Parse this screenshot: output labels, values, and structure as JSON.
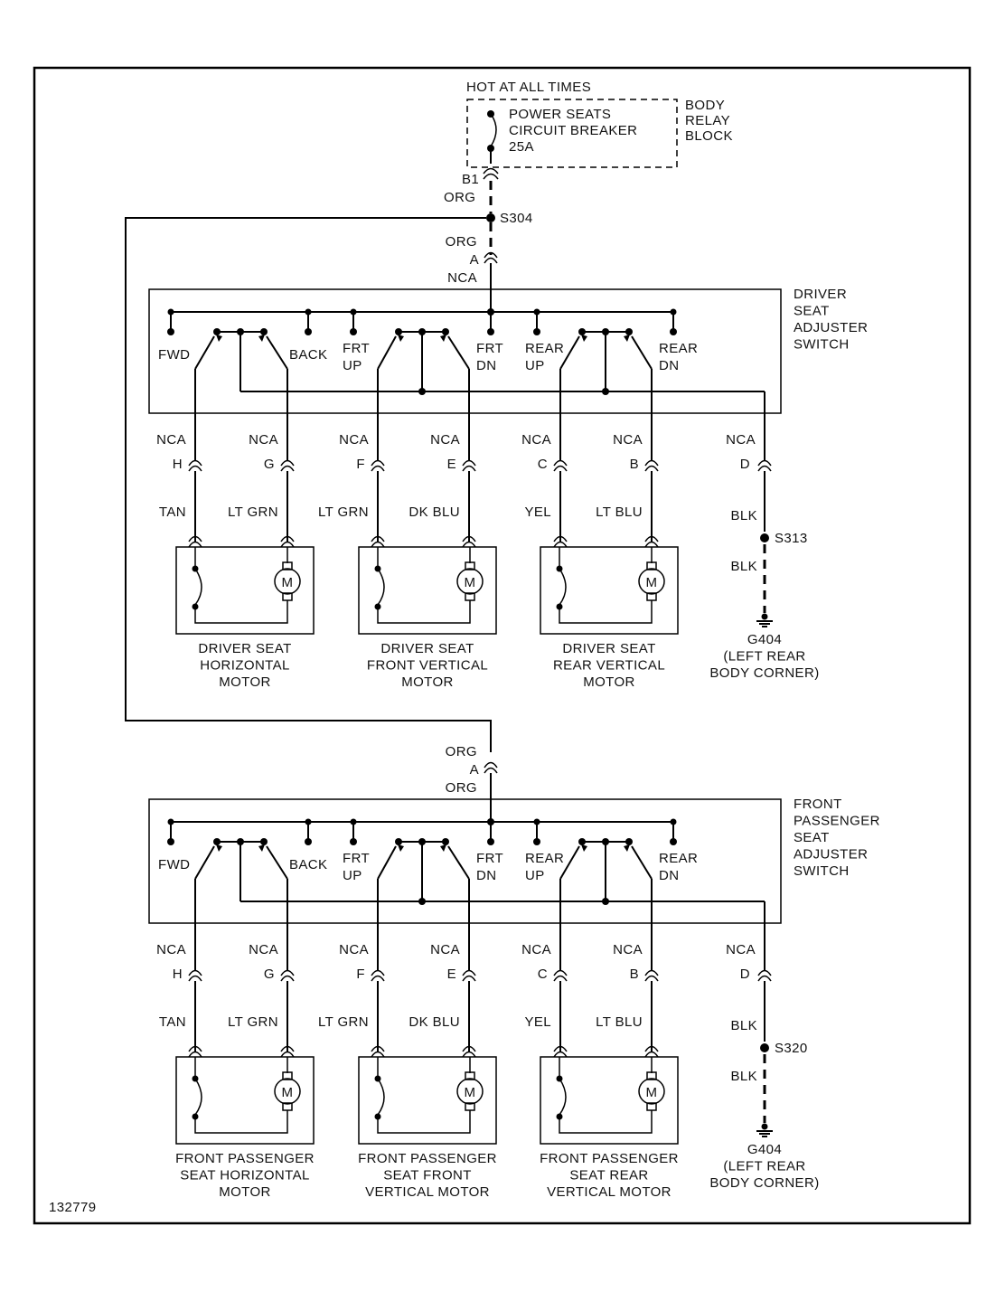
{
  "power": {
    "hot_label": "HOT AT ALL TIMES",
    "breaker_label": [
      "POWER SEATS",
      "CIRCUIT BREAKER",
      "25A"
    ],
    "relay_label": [
      "BODY",
      "RELAY",
      "BLOCK"
    ],
    "b1": "B1",
    "org1": "ORG",
    "splice": "S304"
  },
  "sections": [
    {
      "id": "driver",
      "feed": [
        "ORG",
        "A",
        "NCA"
      ],
      "switch_label": [
        "DRIVER",
        "SEAT",
        "ADJUSTER",
        "SWITCH"
      ],
      "contacts": [
        [
          "FWD"
        ],
        [
          "BACK"
        ],
        [
          "FRT",
          "UP"
        ],
        [
          "FRT",
          "DN"
        ],
        [
          "REAR",
          "UP"
        ],
        [
          "REAR",
          "DN"
        ]
      ],
      "connectors": [
        {
          "circuit": "NCA",
          "pin": "H",
          "color": "TAN"
        },
        {
          "circuit": "NCA",
          "pin": "G",
          "color": "LT GRN"
        },
        {
          "circuit": "NCA",
          "pin": "F",
          "color": "LT GRN"
        },
        {
          "circuit": "NCA",
          "pin": "E",
          "color": "DK BLU"
        },
        {
          "circuit": "NCA",
          "pin": "C",
          "color": "YEL"
        },
        {
          "circuit": "NCA",
          "pin": "B",
          "color": "LT BLU"
        }
      ],
      "ground_wire": {
        "circuit": "NCA",
        "pin": "D",
        "color_top": "BLK",
        "splice": "S313",
        "color_bottom": "BLK"
      },
      "ground": [
        "G404",
        "(LEFT REAR",
        "BODY CORNER)"
      ],
      "motor_symbol": "M",
      "motors": [
        [
          "DRIVER SEAT",
          "HORIZONTAL",
          "MOTOR"
        ],
        [
          "DRIVER SEAT",
          "FRONT VERTICAL",
          "MOTOR"
        ],
        [
          "DRIVER SEAT",
          "REAR VERTICAL",
          "MOTOR"
        ]
      ]
    },
    {
      "id": "passenger",
      "feed": [
        "ORG",
        "A",
        "ORG"
      ],
      "switch_label": [
        "FRONT",
        "PASSENGER",
        "SEAT",
        "ADJUSTER",
        "SWITCH"
      ],
      "contacts": [
        [
          "FWD"
        ],
        [
          "BACK"
        ],
        [
          "FRT",
          "UP"
        ],
        [
          "FRT",
          "DN"
        ],
        [
          "REAR",
          "UP"
        ],
        [
          "REAR",
          "DN"
        ]
      ],
      "connectors": [
        {
          "circuit": "NCA",
          "pin": "H",
          "color": "TAN"
        },
        {
          "circuit": "NCA",
          "pin": "G",
          "color": "LT GRN"
        },
        {
          "circuit": "NCA",
          "pin": "F",
          "color": "LT GRN"
        },
        {
          "circuit": "NCA",
          "pin": "E",
          "color": "DK BLU"
        },
        {
          "circuit": "NCA",
          "pin": "C",
          "color": "YEL"
        },
        {
          "circuit": "NCA",
          "pin": "B",
          "color": "LT BLU"
        }
      ],
      "ground_wire": {
        "circuit": "NCA",
        "pin": "D",
        "color_top": "BLK",
        "splice": "S320",
        "color_bottom": "BLK"
      },
      "ground": [
        "G404",
        "(LEFT REAR",
        "BODY CORNER)"
      ],
      "motor_symbol": "M",
      "motors": [
        [
          "FRONT PASSENGER",
          "SEAT HORIZONTAL",
          "MOTOR"
        ],
        [
          "FRONT PASSENGER",
          "SEAT FRONT",
          "VERTICAL MOTOR"
        ],
        [
          "FRONT PASSENGER",
          "SEAT REAR",
          "VERTICAL MOTOR"
        ]
      ]
    }
  ],
  "figure_id": "132779"
}
